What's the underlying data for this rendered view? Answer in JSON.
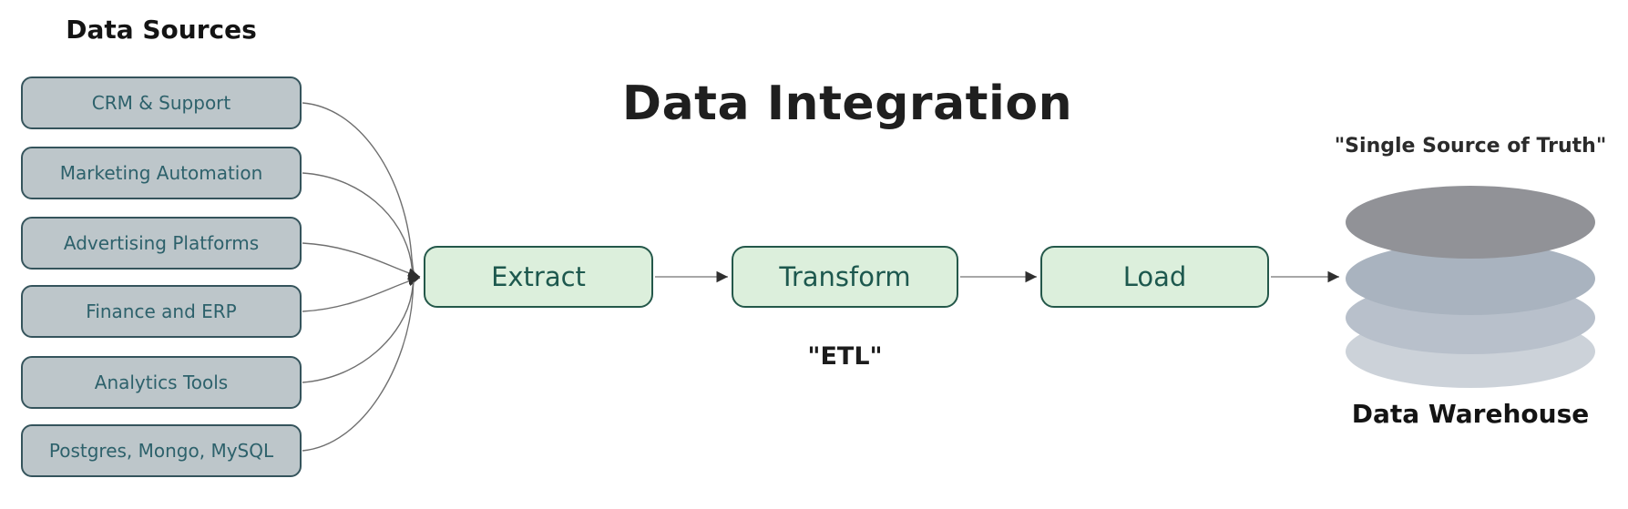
{
  "title": "Data Integration",
  "data_sources": {
    "heading": "Data Sources",
    "items": [
      "CRM & Support",
      "Marketing Automation",
      "Advertising Platforms",
      "Finance and ERP",
      "Analytics Tools",
      "Postgres, Mongo, MySQL"
    ]
  },
  "pipeline": {
    "steps": [
      "Extract",
      "Transform",
      "Load"
    ],
    "caption": "\"ETL\""
  },
  "warehouse": {
    "tagline": "\"Single Source of Truth\"",
    "label": "Data Warehouse"
  },
  "colors": {
    "source_box_fill": "#bdc6ca",
    "source_box_border": "#35545c",
    "source_box_text": "#2d616b",
    "step_box_fill": "#dcefdc",
    "step_box_border": "#24584a",
    "step_box_text": "#1d584e",
    "connector_line": "#6f6f6f",
    "arrowhead": "#2f2f2f",
    "warehouse_disks": [
      "#919297",
      "#a9b3bf",
      "#b8c0cb",
      "#ccd2d9"
    ]
  }
}
